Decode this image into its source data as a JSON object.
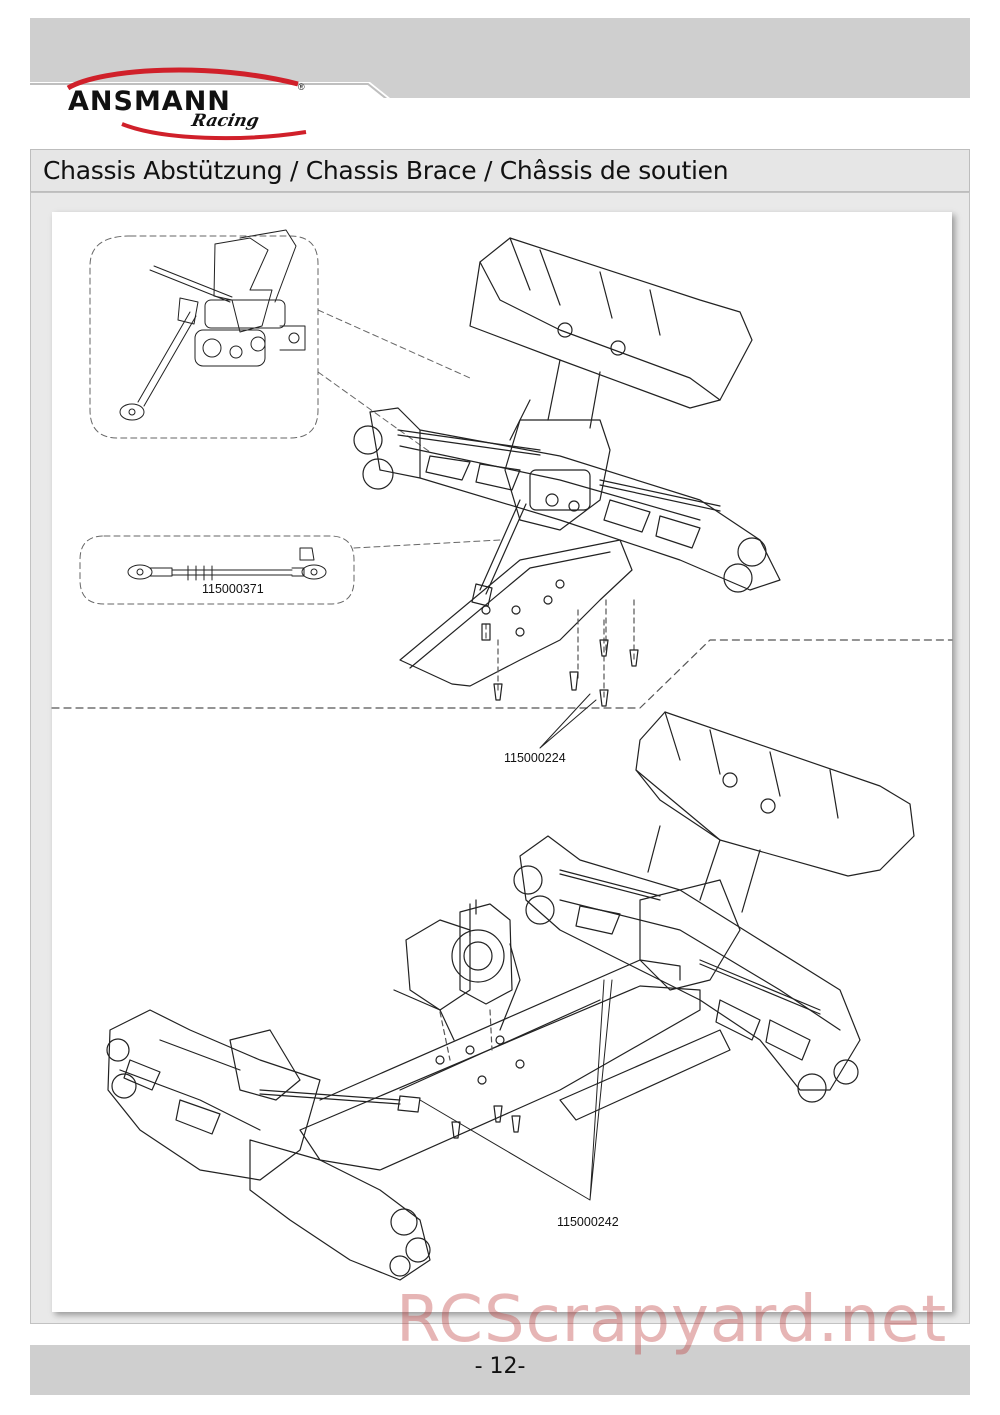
{
  "brand": {
    "name": "ANSMANN",
    "sub": "Racing",
    "reg": "®"
  },
  "section_title": "Chassis Abstützung / Chassis Brace / Châssis de soutien",
  "part_numbers": {
    "turnbuckle": "115000371",
    "upper_screws": "115000224",
    "lower_screws": "115000242"
  },
  "page_number": "- 12-",
  "watermark": "RCScrapyard.net",
  "colors": {
    "band": "#cfcfcf",
    "frame": "#e9e9e9",
    "logo_red": "#d0202a",
    "watermark": "#be3c3c"
  }
}
